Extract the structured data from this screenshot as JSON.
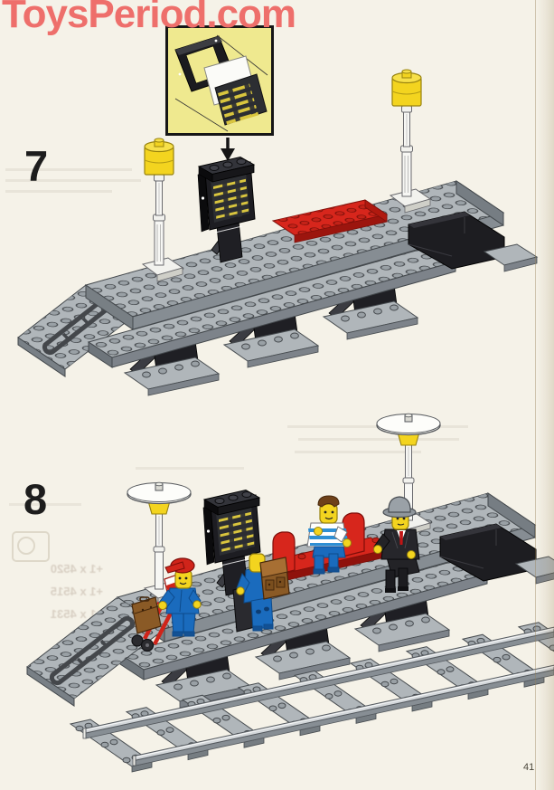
{
  "page": {
    "watermark_text": "ToysPeriod.com",
    "page_number": "41",
    "paper_color": "#f5f2e8"
  },
  "steps": {
    "step7_label": "7",
    "step8_label": "8"
  },
  "bleedthrough": {
    "line1": "+1 x 4520",
    "line2": "+1 x 4515",
    "line3": "+1 x 4531"
  },
  "colors": {
    "watermark_pink": "#ee6f6b",
    "inset_yellow": "#efe98f",
    "lego_light_gray": "#b0b6ba",
    "lego_dark_gray_rail": "#44474b",
    "lego_black": "#1d1d22",
    "lego_red": "#d7261c",
    "lego_yellow": "#f3d41f",
    "lego_blue": "#1a6bbd",
    "lego_brown": "#8a5a26",
    "lego_white": "#f7f7f4",
    "sticker_dark": "#2c2e32",
    "sticker_yellow": "#d9c53e"
  },
  "illustration": {
    "step7_parts": [
      "inset-window-with-grille-sticker",
      "down-arrow",
      "lamp-post-yellow-top-left",
      "lamp-post-yellow-top-right",
      "grille-sign-panel",
      "red-2x8-plate",
      "gray-platform",
      "front-apron",
      "black-supports",
      "ramp-with-railing"
    ],
    "step8_parts": [
      "lamp-post-disc-shade-left",
      "lamp-post-disc-shade-right",
      "grille-sign-panel",
      "red-bench-seats",
      "minifig-boy-striped-shirt",
      "minifig-man-gray-hat-suit",
      "minifig-backpacker",
      "minifig-conductor-red-cap",
      "red-hand-truck",
      "brown-suitcase",
      "striped-package",
      "gray-platform",
      "ramp-with-railing",
      "train-track-rails-and-sleepers"
    ]
  }
}
